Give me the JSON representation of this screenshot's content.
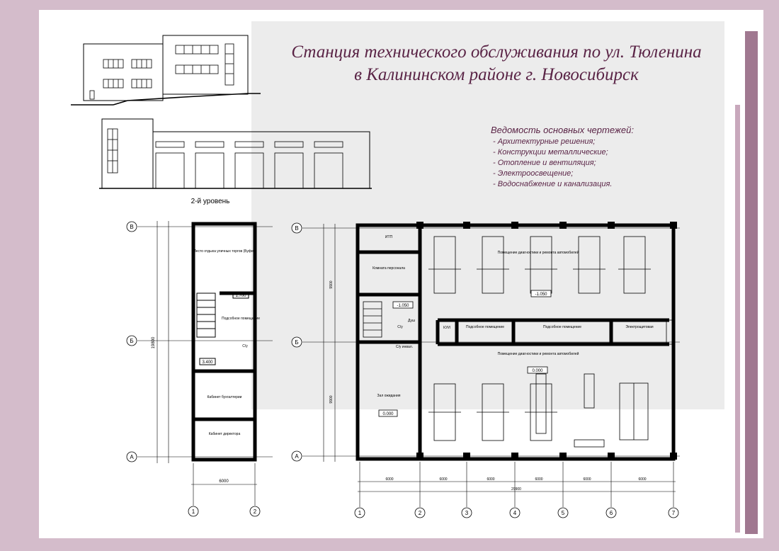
{
  "title": {
    "line1": "Станция технического обслуживания  по ул. Тюленина",
    "line2": "в Калининском районе г. Новосибирск"
  },
  "drawings_list": {
    "heading": "Ведомость основных чертежей:",
    "items": [
      "- Архитектурные решения;",
      "- Конструкции металлические;",
      "- Отопление и вентиляция;",
      "- Электроосвещение;",
      "- Водоснабжение и канализация."
    ]
  },
  "plan_small": {
    "title": "2-й уровень",
    "axis_rows": [
      "В",
      "Б",
      "А"
    ],
    "axis_cols": [
      "1",
      "2"
    ],
    "rooms": [
      "Место отдыха уличных торгов (Буфет)",
      "Подсобное помещение",
      "Кабинет бухгалтерии",
      "Кабинет директора"
    ],
    "marks": [
      "1.700",
      "3.400",
      "С/у"
    ],
    "dim_total": "19800",
    "dim_bay": "6000"
  },
  "plan_large": {
    "axis_rows": [
      "В",
      "Б",
      "А"
    ],
    "axis_cols": [
      "1",
      "2",
      "3",
      "4",
      "5",
      "6",
      "7"
    ],
    "rooms": [
      "ИТП",
      "Комната персонала",
      "Помещение диагностики и ремонта автомобилей",
      "Подсобное помещение",
      "Подсобное помещение",
      "Электрощитовая",
      "Помещение диагностики и ремонта автомобилей",
      "Зал ожидания",
      "КУИ",
      "С/у",
      "Душ",
      "С/у инвал."
    ],
    "marks": [
      "-1.050",
      "-1.050",
      "0.000",
      "0.000"
    ],
    "dim_total": "29900",
    "dims": [
      "6000",
      "6000",
      "6000",
      "6000",
      "6000",
      "6000"
    ],
    "dim_rows": [
      "9900",
      "9900"
    ]
  }
}
